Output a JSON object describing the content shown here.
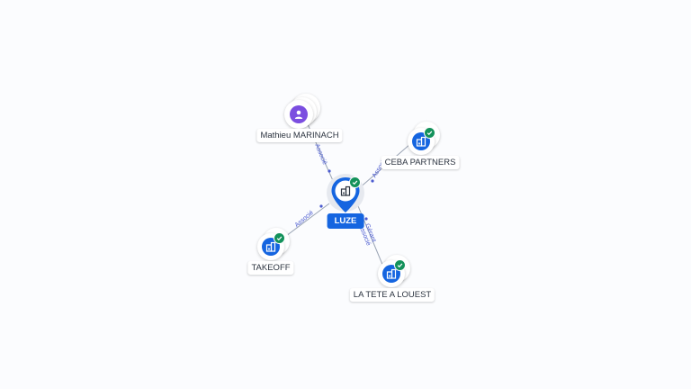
{
  "graph": {
    "central": {
      "label": "LUZE",
      "icon": "company-icon",
      "verified": true
    },
    "nodes": [
      {
        "key": "mathieu",
        "label": "Mathieu MARINACH",
        "type": "person",
        "icon": "person-icon",
        "verified": false,
        "color": "#7b4ee0"
      },
      {
        "key": "ceba",
        "label": "CEBA PARTNERS",
        "type": "company",
        "icon": "company-icon",
        "verified": true,
        "color": "#1565e0"
      },
      {
        "key": "takeoff",
        "label": "TAKEOFF",
        "type": "company",
        "icon": "company-icon",
        "verified": true,
        "color": "#1565e0"
      },
      {
        "key": "latete",
        "label": "LA TETE A LOUEST",
        "type": "company",
        "icon": "company-icon",
        "verified": true,
        "color": "#1565e0"
      }
    ],
    "edges": [
      {
        "from": "mathieu",
        "label": "Associé"
      },
      {
        "from": "ceba",
        "label": "Associé"
      },
      {
        "from": "takeoff",
        "label": "Associé"
      },
      {
        "from": "latete",
        "label": "Gérant\nAssocié"
      }
    ]
  },
  "colors": {
    "accent": "#1565e0",
    "verified": "#14925b",
    "person": "#7b4ee0",
    "edge": "#9aa4b4",
    "edge_label": "#4a5ad0"
  }
}
